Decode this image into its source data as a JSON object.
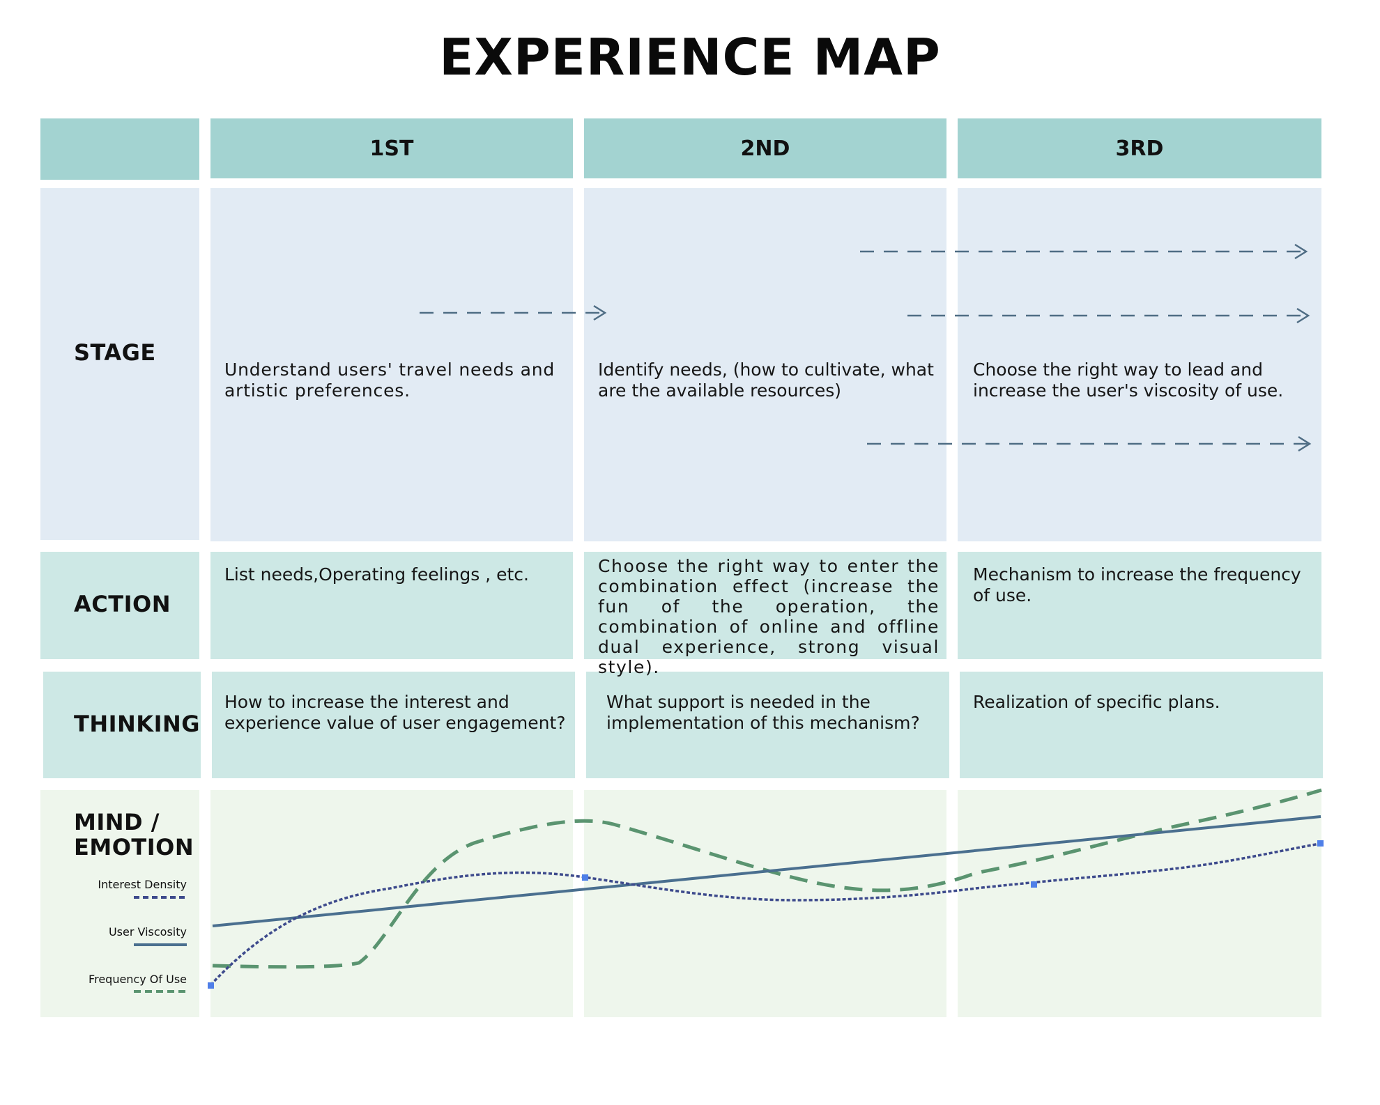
{
  "title": "EXPERIENCE MAP",
  "columns": [
    "1ST",
    "2ND",
    "3RD"
  ],
  "rows": {
    "stage": {
      "label": "STAGE",
      "cells": [
        "Understand users' travel needs and artistic preferences.",
        "Identify needs, (how to cultivate, what are the available resources)",
        "Choose the right way to lead and increase the user's viscosity of use."
      ]
    },
    "action": {
      "label": "ACTION",
      "cells": [
        "List needs,Operating feelings , etc.",
        "Choose the right way to enter the combination effect (increase the fun of the operation, the combination of online and offline dual experience, strong visual style).",
        "Mechanism to increase the frequency of use."
      ]
    },
    "thinking": {
      "label": "THINKING",
      "cells": [
        "How to increase the interest and experience value of user engagement?",
        "What support is needed in the implementation of this mechanism?",
        "Realization of specific plans."
      ]
    },
    "mind": {
      "label_line1": "MIND /",
      "label_line2": "EMOTION"
    }
  },
  "legend": [
    {
      "name": "Interest Density",
      "style": "dotted",
      "color": "#3d4a8c"
    },
    {
      "name": "User Viscosity",
      "style": "solid",
      "color": "#4a6f8f"
    },
    {
      "name": "Frequency Of Use",
      "style": "dashed",
      "color": "#5a9470"
    }
  ],
  "colors": {
    "header": "#a3d3d1",
    "stage_bg": "#e2ebf4",
    "action_bg": "#cde8e5",
    "mind_bg": "#eef6ec",
    "arrow": "#4f6d84"
  }
}
